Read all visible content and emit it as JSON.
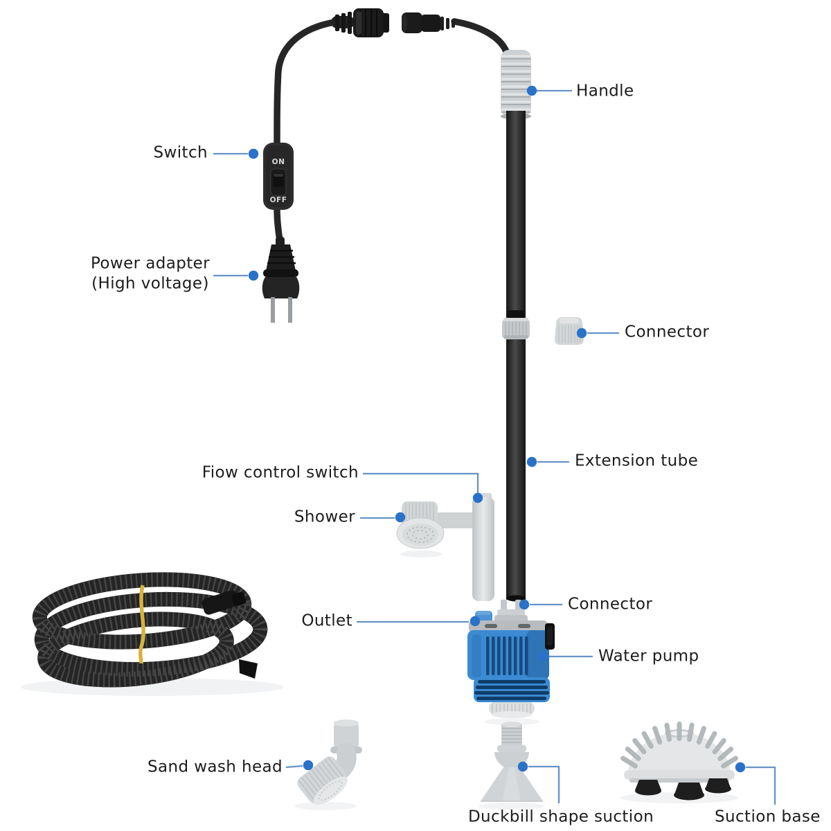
{
  "title": "Aquarium water pump gravel cleaner parts diagram",
  "colors": {
    "background": "#ffffff",
    "label-text": "#1c1c1c",
    "leader-line": "#6593c8",
    "leader-dot": "#2a72c8",
    "pump-blue": "#3b8ad2",
    "pump-blue-dark": "#17497e",
    "part-gray": "#d2d5d7",
    "black-part": "#222222",
    "tie-yellow": "#d6b23e"
  },
  "labels": {
    "handle": "Handle",
    "switch": "Switch",
    "power_adapter_line1": "Power adapter",
    "power_adapter_line2": "(High voltage)",
    "connector_top": "Connector",
    "extension_tube": "Extension tube",
    "flow_control_switch": "Fiow control switch",
    "shower": "Shower",
    "outlet": "Outlet",
    "connector_bottom": "Connector",
    "water_pump": "Water pump",
    "sand_wash_head": "Sand wash head",
    "duckbill": "Duckbill shape suction",
    "suction_base": "Suction base"
  },
  "switch_markings": {
    "on": "ON",
    "off": "OFF"
  }
}
